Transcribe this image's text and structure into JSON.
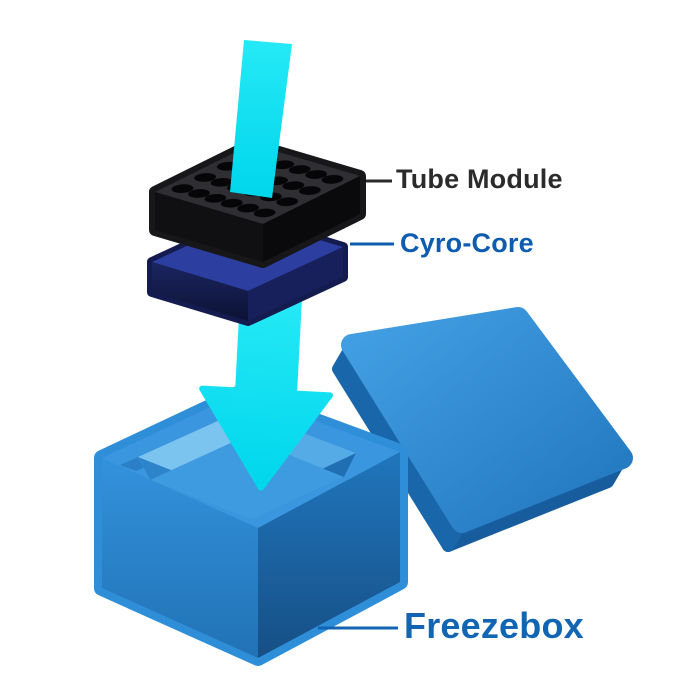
{
  "labels": {
    "tube_module": "Tube Module",
    "cyro_core": "Cyro-Core",
    "freezebox": "Freezebox"
  },
  "tube_module": {
    "hole_rows": 4,
    "hole_cols": 6
  },
  "colors": {
    "arrow_cyan": "#0be1f1",
    "module_black": "#1c1c1e",
    "module_top": "#2e2e33",
    "core_blue_top": "#2c3e9f",
    "core_blue_dark": "#10173d",
    "box_blue": "#2e8ed8",
    "box_blue_dark": "#1d6daf",
    "cavity_blue_light": "#7cc4f0",
    "label_dark": "#2b2b2b",
    "label_blue": "#0d5cb0",
    "freezebox_label_blue": "#1265b3"
  }
}
